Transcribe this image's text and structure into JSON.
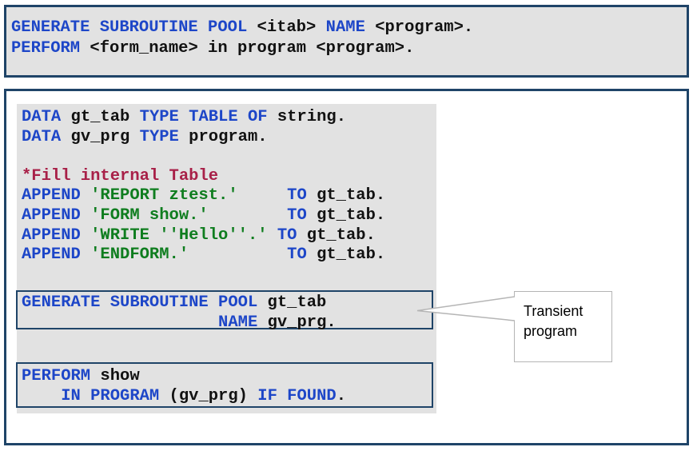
{
  "colors": {
    "border_navy": "#1f4468",
    "panel_gray": "#e2e2e2",
    "keyword_blue": "#1d46c8",
    "code_black": "#111111",
    "string_green": "#0f7d1f",
    "comment_red": "#a82048",
    "callout_border": "#b5b5b5"
  },
  "syntax_box": {
    "lines": [
      [
        {
          "t": "GENERATE SUBROUTINE POOL",
          "c": "kw"
        },
        {
          "t": " <itab> ",
          "c": "pl"
        },
        {
          "t": "NAME",
          "c": "kw"
        },
        {
          "t": " <program>.",
          "c": "pl"
        }
      ],
      [
        {
          "t": "PERFORM",
          "c": "kw"
        },
        {
          "t": " <form_name> in program <program>.",
          "c": "pl"
        }
      ]
    ]
  },
  "diagram": {
    "code_block": {
      "lines": [
        [
          {
            "t": "DATA",
            "c": "kw"
          },
          {
            "t": " gt_tab ",
            "c": "pl"
          },
          {
            "t": "TYPE TABLE OF",
            "c": "kw"
          },
          {
            "t": " string.",
            "c": "pl"
          }
        ],
        [
          {
            "t": "DATA",
            "c": "kw"
          },
          {
            "t": " gv_prg ",
            "c": "pl"
          },
          {
            "t": "TYPE",
            "c": "kw"
          },
          {
            "t": " program.",
            "c": "pl"
          }
        ],
        [],
        [
          {
            "t": "*Fill internal Table",
            "c": "cm"
          }
        ],
        [
          {
            "t": "APPEND",
            "c": "kw"
          },
          {
            "t": " 'REPORT ztest.'",
            "c": "st"
          },
          {
            "t": "     ",
            "c": "pl"
          },
          {
            "t": "TO",
            "c": "kw"
          },
          {
            "t": " gt_tab.",
            "c": "pl"
          }
        ],
        [
          {
            "t": "APPEND",
            "c": "kw"
          },
          {
            "t": " 'FORM show.'",
            "c": "st"
          },
          {
            "t": "        ",
            "c": "pl"
          },
          {
            "t": "TO",
            "c": "kw"
          },
          {
            "t": " gt_tab.",
            "c": "pl"
          }
        ],
        [
          {
            "t": "APPEND",
            "c": "kw"
          },
          {
            "t": " 'WRITE ''Hello''.'",
            "c": "st"
          },
          {
            "t": " ",
            "c": "pl"
          },
          {
            "t": "TO",
            "c": "kw"
          },
          {
            "t": " gt_tab.",
            "c": "pl"
          }
        ],
        [
          {
            "t": "APPEND",
            "c": "kw"
          },
          {
            "t": " 'ENDFORM.'",
            "c": "st"
          },
          {
            "t": "          ",
            "c": "pl"
          },
          {
            "t": "TO",
            "c": "kw"
          },
          {
            "t": " gt_tab.",
            "c": "pl"
          }
        ]
      ]
    },
    "generate_box": {
      "lines": [
        [
          {
            "t": "GENERATE SUBROUTINE POOL",
            "c": "kw"
          },
          {
            "t": " gt_tab",
            "c": "pl"
          }
        ],
        [
          {
            "t": "                    ",
            "c": "pl"
          },
          {
            "t": "NAME",
            "c": "kw"
          },
          {
            "t": " gv_prg.",
            "c": "pl"
          }
        ]
      ]
    },
    "perform_box": {
      "lines": [
        [
          {
            "t": "PERFORM",
            "c": "kw"
          },
          {
            "t": " show",
            "c": "pl"
          }
        ],
        [
          {
            "t": "    ",
            "c": "pl"
          },
          {
            "t": "IN PROGRAM",
            "c": "kw"
          },
          {
            "t": " (gv_prg) ",
            "c": "pl"
          },
          {
            "t": "IF FOUND",
            "c": "kw"
          },
          {
            "t": ".",
            "c": "pl"
          }
        ]
      ]
    },
    "callout": {
      "label": "Transient program"
    }
  }
}
